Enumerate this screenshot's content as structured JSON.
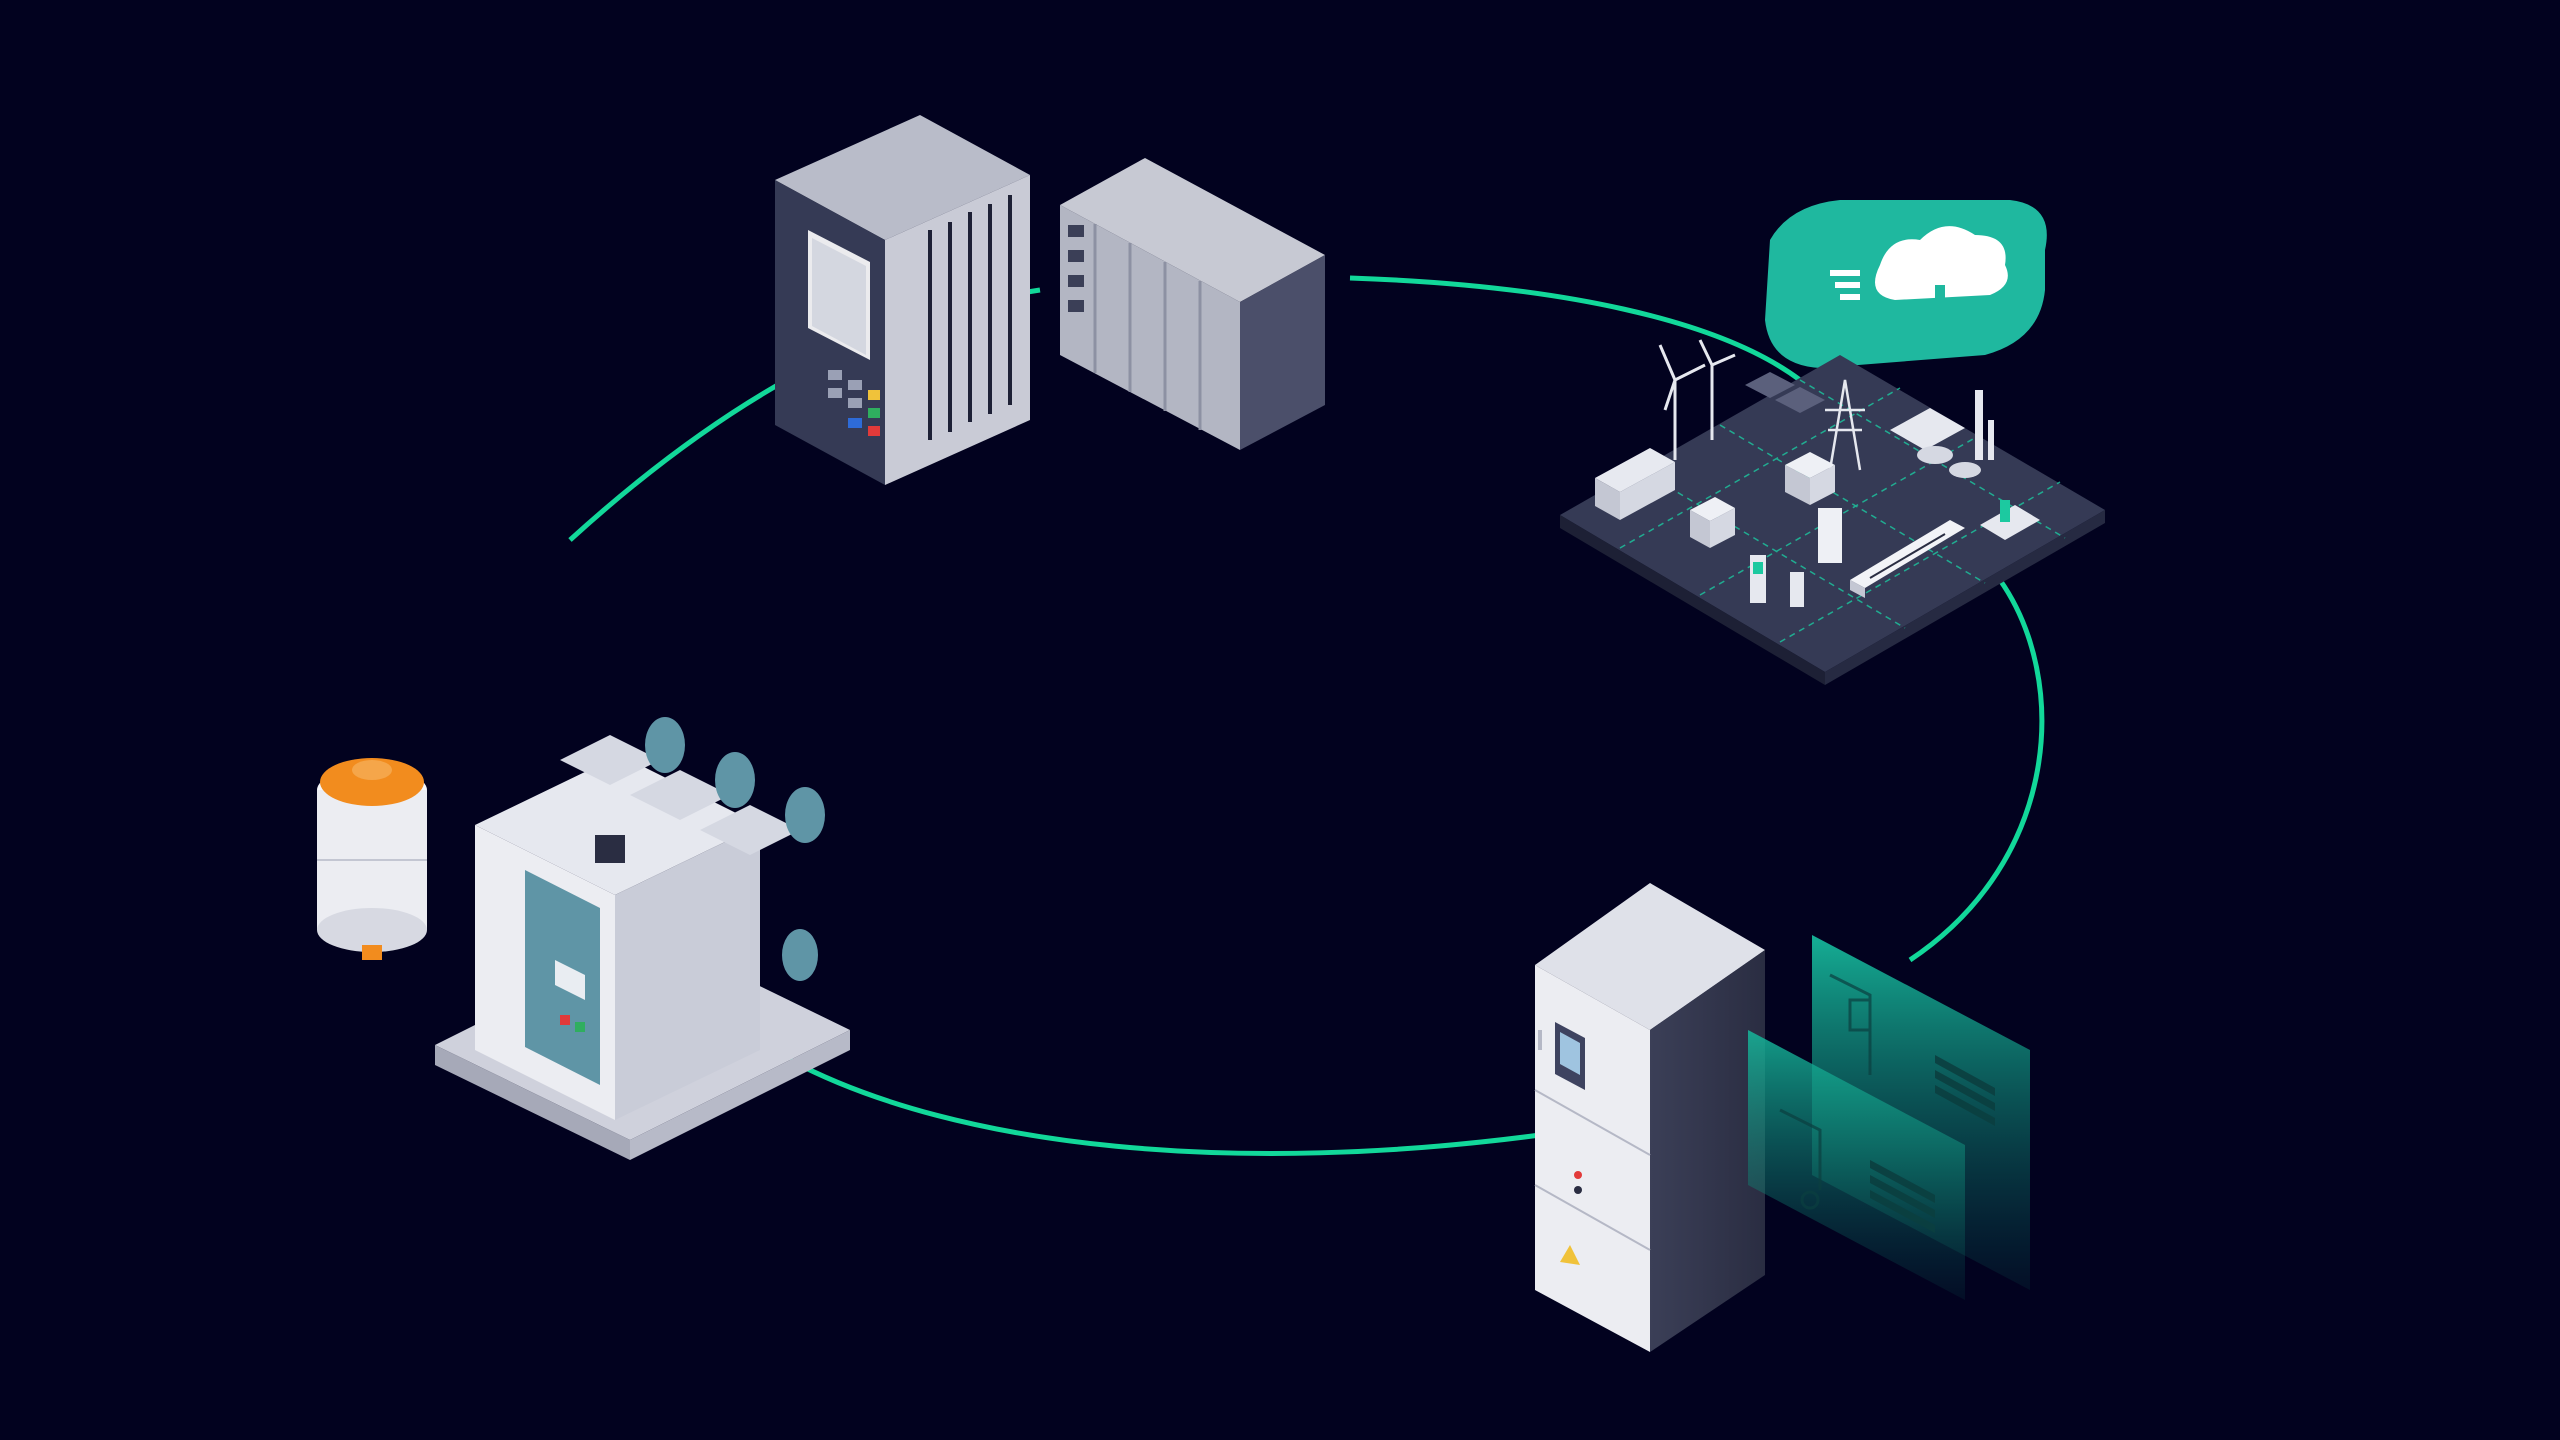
{
  "background_color": "#02021f",
  "accent_color": "#1cc9a0",
  "ring_color": "#12d89a",
  "cloud_tile": {
    "icon": "cloud-plug-icon",
    "color": "#1fb89f"
  },
  "components": [
    {
      "id": "protection-relay",
      "icon": "protection-relay-icon"
    },
    {
      "id": "io-modules",
      "icon": "io-module-rack-icon"
    },
    {
      "id": "grid-platform",
      "icon": "energy-grid-platform-icon"
    },
    {
      "id": "switchgear-cabinet",
      "icon": "switchgear-cabinet-icon"
    },
    {
      "id": "digital-twin-panels",
      "icon": "digital-twin-screens-icon"
    },
    {
      "id": "circuit-breaker",
      "icon": "vacuum-circuit-breaker-icon"
    },
    {
      "id": "vacuum-interrupter",
      "icon": "vacuum-interrupter-icon"
    }
  ]
}
